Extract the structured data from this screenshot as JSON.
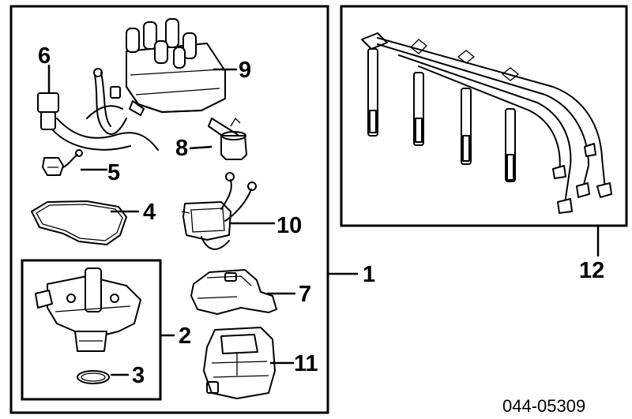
{
  "callouts": {
    "c1": "1",
    "c2": "2",
    "c3": "3",
    "c4": "4",
    "c5": "5",
    "c6": "6",
    "c7": "7",
    "c8": "8",
    "c9": "9",
    "c10": "10",
    "c11": "11",
    "c12": "12"
  },
  "diagram_code": "044-05309"
}
